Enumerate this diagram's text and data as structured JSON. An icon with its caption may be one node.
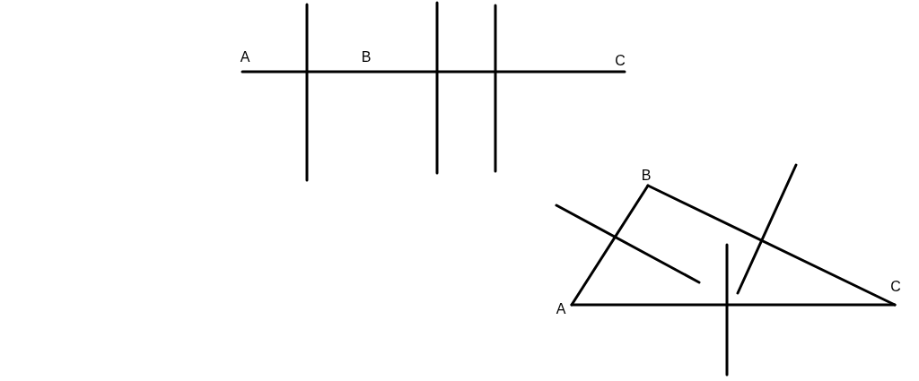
{
  "diagram": {
    "labels": [
      "A",
      "B",
      "C",
      "B",
      "C",
      "A"
    ]
  }
}
